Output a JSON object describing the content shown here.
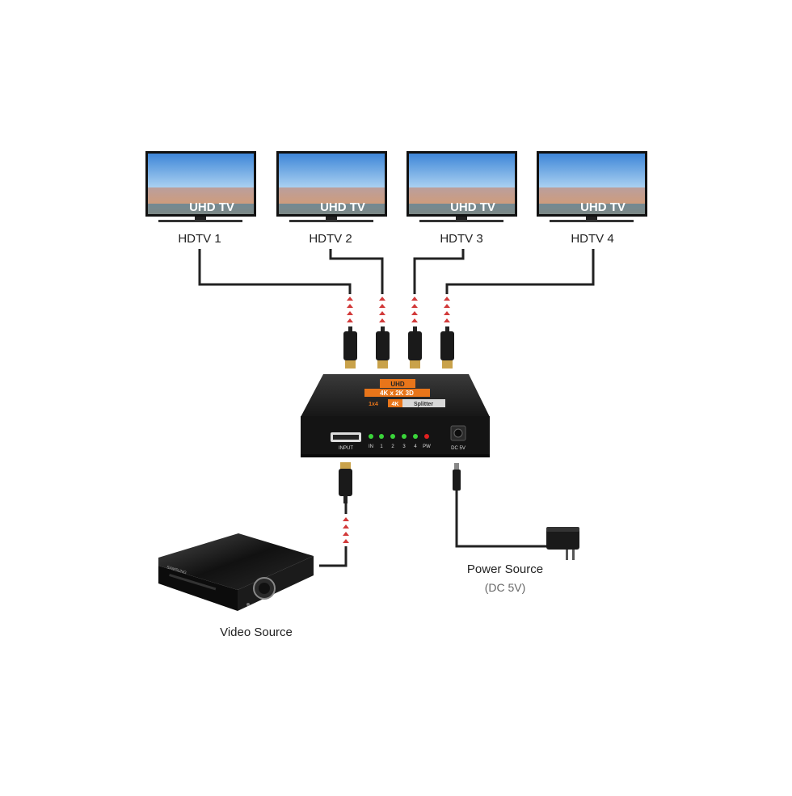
{
  "tvs": [
    {
      "label": "HDTV 1",
      "screen_text": "UHD TV"
    },
    {
      "label": "HDTV 2",
      "screen_text": "UHD TV"
    },
    {
      "label": "HDTV 3",
      "screen_text": "UHD TV"
    },
    {
      "label": "HDTV 4",
      "screen_text": "UHD TV"
    }
  ],
  "splitter": {
    "badge_top": "UHD",
    "badge_main": "4K x 2K 3D",
    "badge_sub": "1x4",
    "badge_sub2": "4K",
    "badge_sub3": "Splitter",
    "input_label": "INPUT",
    "led_labels": [
      "IN",
      "1",
      "2",
      "3",
      "4",
      "PW"
    ],
    "dc_label": "DC 5V"
  },
  "video_source": {
    "label": "Video Source",
    "brand": "SAMSUNG"
  },
  "power_source": {
    "label": "Power Source",
    "sublabel": "(DC 5V)"
  },
  "colors": {
    "led_green": "#3ad43a",
    "led_red": "#e02020",
    "badge_orange": "#e8751a",
    "cable": "#222222",
    "signal_arrow": "#d23a3a"
  }
}
